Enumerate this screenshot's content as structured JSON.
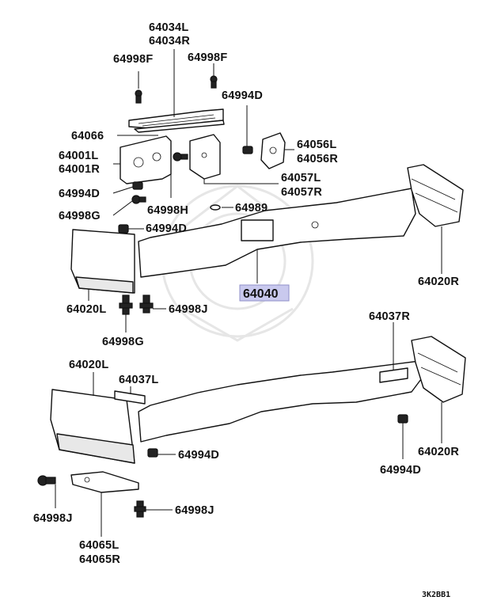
{
  "diagram": {
    "highlighted_part": "64040",
    "drawing_code": "3K2BB1",
    "labels": {
      "p64034": [
        "64034L",
        "64034R"
      ],
      "p64998F_a": "64998F",
      "p64998F_b": "64998F",
      "p64994D_a": "64994D",
      "p64066": "64066",
      "p64056": [
        "64056L",
        "64056R"
      ],
      "p64001": [
        "64001L",
        "64001R"
      ],
      "p64057": [
        "64057L",
        "64057R"
      ],
      "p64994D_b": "64994D",
      "p64998G_a": "64998G",
      "p64998H": "64998H",
      "p64989": "64989",
      "p64994D_c": "64994D",
      "p64040": "64040",
      "p64020R_a": "64020R",
      "p64020L_a": "64020L",
      "p64998J_a": "64998J",
      "p64998G_b": "64998G",
      "p64037R": "64037R",
      "p64020L_b": "64020L",
      "p64037L": "64037L",
      "p64994D_d": "64994D",
      "p64020R_b": "64020R",
      "p64994D_e": "64994D",
      "p64998J_b": "64998J",
      "p64998J_c": "64998J",
      "p64065": [
        "64065L",
        "64065R"
      ]
    },
    "colors": {
      "highlight_fill": "#c9c9ee",
      "line": "#111111",
      "watermark": "#e6e6e6"
    }
  }
}
